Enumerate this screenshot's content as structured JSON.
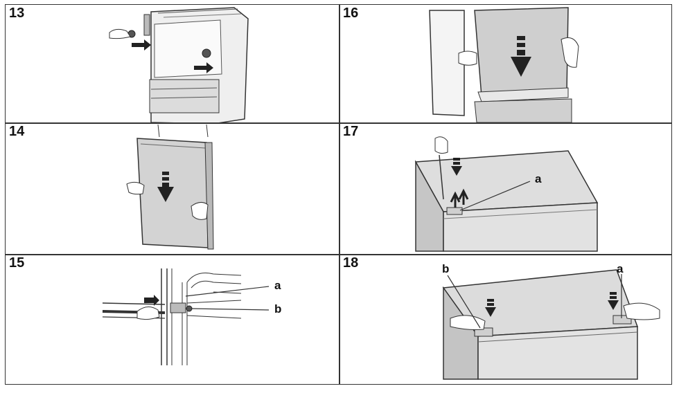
{
  "panels": [
    {
      "step": "13"
    },
    {
      "step": "16"
    },
    {
      "step": "14"
    },
    {
      "step": "17",
      "labels": [
        "a"
      ]
    },
    {
      "step": "15",
      "labels": [
        "a",
        "b"
      ]
    },
    {
      "step": "18",
      "labels": [
        "b",
        "a"
      ]
    }
  ],
  "colors": {
    "line": "#333333",
    "panel_fill": "#d9d9d9",
    "panel_shade": "#bdbdbd",
    "arrow": "#222222"
  }
}
